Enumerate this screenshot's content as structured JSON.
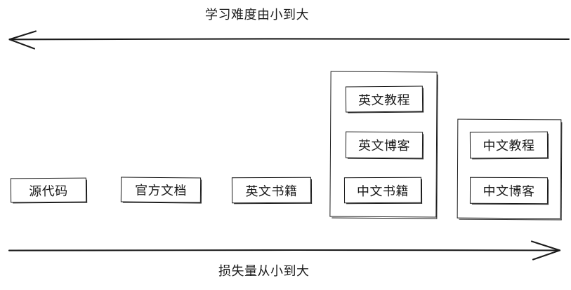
{
  "diagram": {
    "title_top": "学习难度由小到大",
    "title_bottom": "损失量从小到大",
    "stroke_color": "#1b1b1b",
    "background_color": "#ffffff",
    "top_axis": {
      "label": "学习难度由小到大",
      "direction": "left",
      "arrow_icon": "arrow-left-icon"
    },
    "bottom_axis": {
      "label": "损失量从小到大",
      "direction": "right",
      "arrow_icon": "arrow-right-icon"
    },
    "groups": [
      {
        "id": "group-1",
        "grouped": false,
        "items": [
          {
            "label": "源代码"
          }
        ]
      },
      {
        "id": "group-2",
        "grouped": false,
        "items": [
          {
            "label": "官方文档"
          }
        ]
      },
      {
        "id": "group-3",
        "grouped": false,
        "items": [
          {
            "label": "英文书籍"
          }
        ]
      },
      {
        "id": "group-4",
        "grouped": true,
        "items": [
          {
            "label": "英文教程"
          },
          {
            "label": "英文博客"
          },
          {
            "label": "中文书籍"
          }
        ]
      },
      {
        "id": "group-5",
        "grouped": true,
        "items": [
          {
            "label": "中文教程"
          },
          {
            "label": "中文博客"
          }
        ]
      }
    ]
  }
}
